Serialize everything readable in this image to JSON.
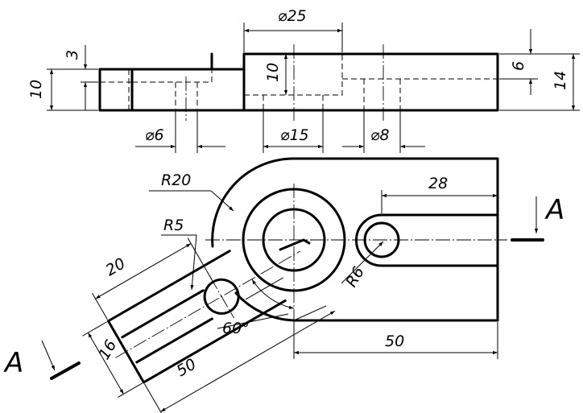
{
  "top_view_dimensions": {
    "overall_length": "⌀25",
    "small_height": "3",
    "left_height": "10",
    "boss_height": "10",
    "slot_depth": "6",
    "total_height": "14",
    "hole_small": "⌀6",
    "hole_bore": "⌀15",
    "hole_right": "⌀8"
  },
  "plan_view_dimensions": {
    "outer_radius": "R20",
    "slot_length": "28",
    "arm_hole_radius": "R5",
    "slot_radius": "R6",
    "arm_offset": "20",
    "angle": "60°",
    "arm_width": "16",
    "arm_length": "50",
    "base_length": "50"
  },
  "section_markers": {
    "left": "A",
    "right": "A"
  }
}
